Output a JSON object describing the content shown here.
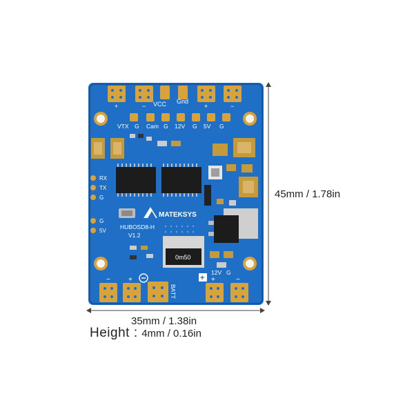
{
  "product": {
    "brand": "MATEKSYS",
    "model": "HUBOSD8-H",
    "version": "V1.2",
    "chip_marking": "0m50"
  },
  "pad_labels": {
    "top": [
      "Gnd",
      "VCC"
    ],
    "row": [
      "VTX",
      "G",
      "Cam",
      "G",
      "12V",
      "G",
      "5V",
      "G"
    ],
    "left": [
      "RX",
      "TX",
      "G"
    ],
    "lower_left": [
      "G",
      "5V"
    ],
    "bottom": [
      "BATT",
      "12V",
      "G"
    ]
  },
  "dimensions": {
    "height_dim": "45mm / 1.78in",
    "width_dim": "35mm / 1.38in",
    "thickness_title": "Height",
    "thickness_colon": ":",
    "thickness_value": "4mm / 0.16in"
  },
  "colors": {
    "pcb": "#1f6fc6",
    "pcb_dark": "#15569f",
    "pad_gold": "#d9a33c",
    "silk": "#ffffff"
  }
}
